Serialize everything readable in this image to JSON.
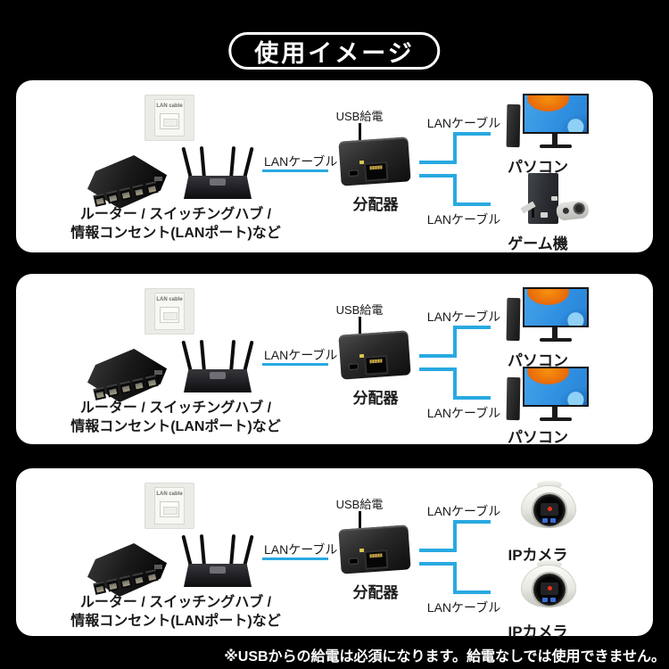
{
  "title": "使用イメージ",
  "note": "※USBからの給電は必須になります。給電なしでは使用できません。",
  "colors": {
    "background": "#000000",
    "panel": "#ffffff",
    "cable_blue": "#29a9e1",
    "text": "#1a1a1a"
  },
  "wall_outlet": {
    "label": "LAN cable"
  },
  "panels": [
    {
      "caption1": "ルーター / スイッチングハブ /",
      "caption2": "情報コンセント(LANポート)など",
      "lan_cable": "LANケーブル",
      "usb_power": "USB給電",
      "splitter": "分配器",
      "branch_top": "LANケーブル",
      "branch_bottom": "LANケーブル",
      "top_device_label": "パソコン",
      "bottom_device_label": "ゲーム機"
    },
    {
      "caption1": "ルーター / スイッチングハブ /",
      "caption2": "情報コンセント(LANポート)など",
      "lan_cable": "LANケーブル",
      "usb_power": "USB給電",
      "splitter": "分配器",
      "branch_top": "LANケーブル",
      "branch_bottom": "LANケーブル",
      "top_device_label": "パソコン",
      "bottom_device_label": "パソコン"
    },
    {
      "caption1": "ルーター / スイッチングハブ /",
      "caption2": "情報コンセント(LANポート)など",
      "lan_cable": "LANケーブル",
      "usb_power": "USB給電",
      "splitter": "分配器",
      "branch_top": "LANケーブル",
      "branch_bottom": "LANケーブル",
      "top_device_label": "IPカメラ",
      "bottom_device_label": "IPカメラ"
    }
  ]
}
